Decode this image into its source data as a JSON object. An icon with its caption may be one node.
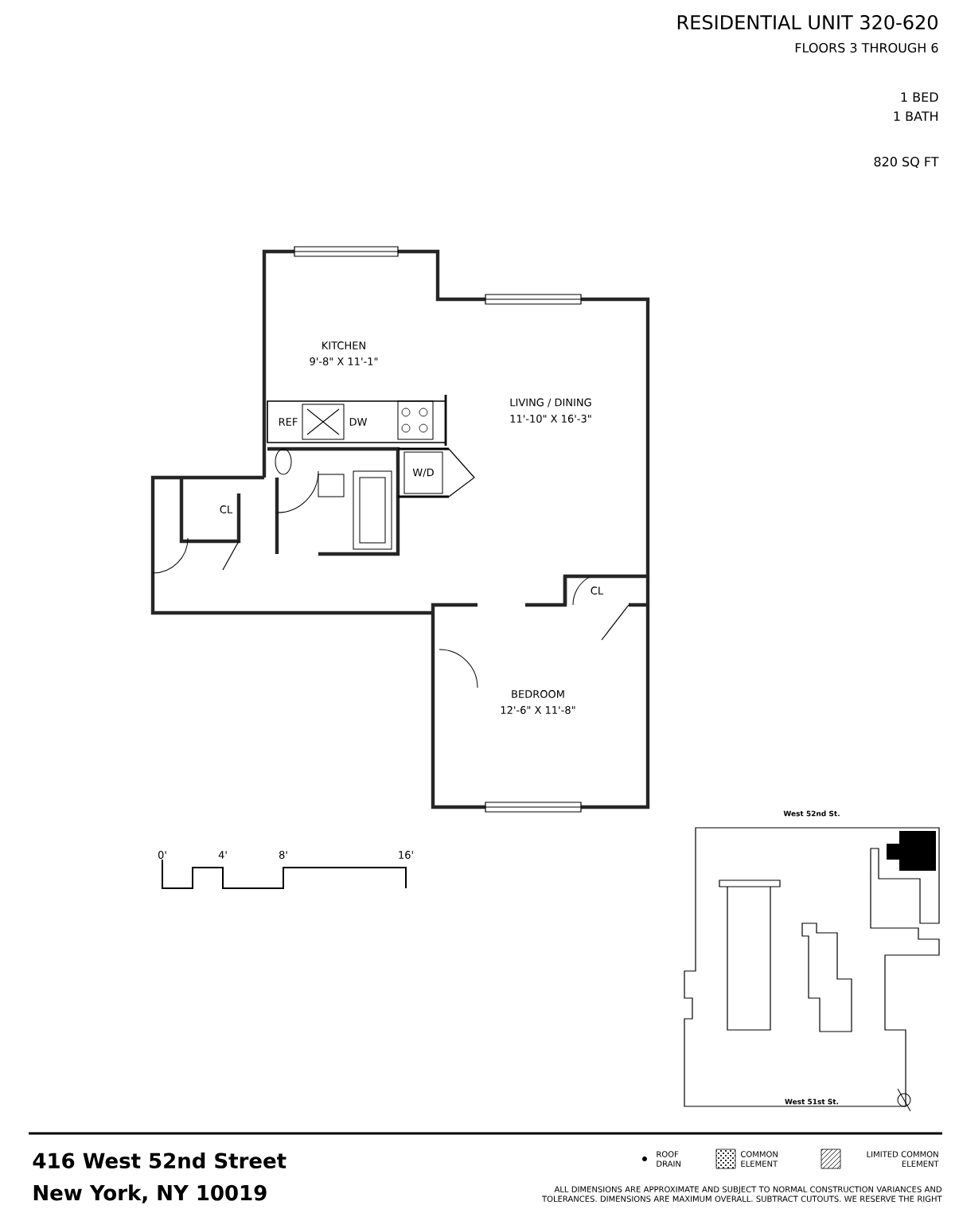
{
  "diagram": {
    "title": "RESIDENTIAL UNIT 320-620",
    "labels": [
      "FLOORS 3 THROUGH 6",
      "1 BED",
      "1 BATH",
      "820 SQ FT",
      "KITCHEN",
      "9'-8\" X 11'-1\"",
      "REF",
      "DW",
      "LIVING / DINING",
      "11'-10\" X 16'-3\"",
      "W/D",
      "CL",
      "CL",
      "BEDROOM",
      "12'-6\" X 11'-8\"",
      "0'",
      "4'",
      "8'",
      "16'",
      "West 52nd St.",
      "West 51st St.",
      "416 West 52nd Street",
      "New York, NY 10019",
      "ALL DIMENSIONS ARE APPROXIMATE AND SUBJECT TO NORMAL CONSTRUCTION VARIANCES AND TOLERANCES. DIMENSIONS ARE MAXIMUM OVERALL. SUBTRACT CUTOUTS. WE RESERVE THE RIGHT"
    ],
    "legend": [
      {
        "text": "ROOF DRAIN"
      },
      {
        "text": "COMMON ELEMENT"
      },
      {
        "text": "LIMITED COMMON ELEMENT"
      }
    ]
  }
}
